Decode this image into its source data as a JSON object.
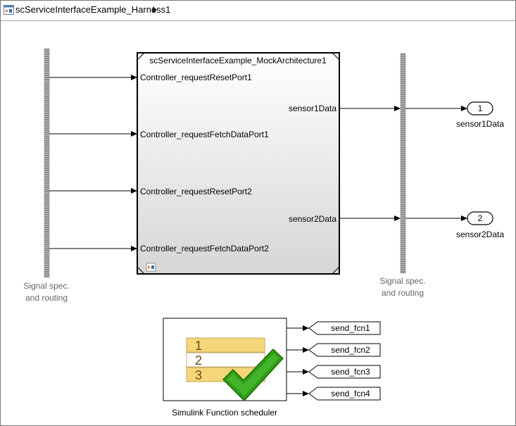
{
  "breadcrumb": {
    "model_name": "scServiceInterfaceExample_Harness1"
  },
  "subsystem": {
    "title": "scServiceInterfaceExample_MockArchitecture1",
    "inputs": [
      "Controller_requestResetPort1",
      "Controller_requestFetchDataPort1",
      "Controller_requestResetPort2",
      "Controller_requestFetchDataPort2"
    ],
    "outputs": [
      "sensor1Data",
      "sensor2Data"
    ]
  },
  "signal_spec_left": {
    "label_line1": "Signal spec.",
    "label_line2": "and routing"
  },
  "signal_spec_right": {
    "label_line1": "Signal spec.",
    "label_line2": "and routing"
  },
  "outports": [
    {
      "number": "1",
      "name": "sensor1Data"
    },
    {
      "number": "2",
      "name": "sensor2Data"
    }
  ],
  "scheduler": {
    "label": "Simulink Function scheduler",
    "rows": [
      "1",
      "2",
      "3"
    ],
    "outputs": [
      "send_fcn1",
      "send_fcn2",
      "send_fcn3",
      "send_fcn4"
    ]
  },
  "colors": {
    "row_highlight": "#f5d77a",
    "check_fill": "#2f9e14",
    "signal_bar": "#9a9a9a",
    "block_label_gray": "#666666"
  }
}
